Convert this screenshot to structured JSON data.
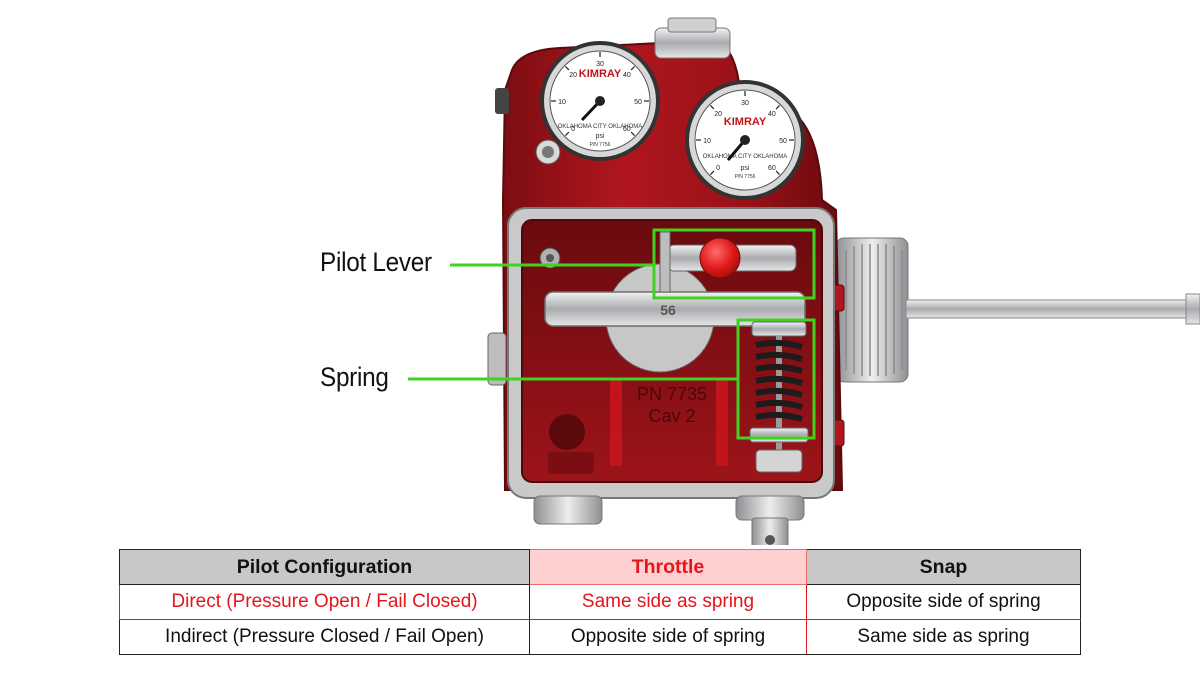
{
  "callouts": {
    "pilot_lever": "Pilot Lever",
    "spring": "Spring"
  },
  "gauges": {
    "brand": "KIMRAY",
    "location": "OKLAHOMA CITY OKLAHOMA",
    "unit": "psi",
    "part_number": "P/N 7756",
    "scale": [
      "0",
      "10",
      "20",
      "30",
      "40",
      "50",
      "60"
    ]
  },
  "casting": {
    "part_number": "PN 7735",
    "cav": "Cav 2",
    "lever_tag": "56"
  },
  "table": {
    "headers": [
      "Pilot Configuration",
      "Throttle",
      "Snap"
    ],
    "rows": [
      [
        "Direct (Pressure Open / Fail Closed)",
        "Same side as spring",
        "Opposite side of spring"
      ],
      [
        "Indirect (Pressure Closed / Fail Open)",
        "Opposite side of spring",
        "Same side as spring"
      ]
    ]
  },
  "colors": {
    "highlight_red": "#e3161d",
    "callout_green": "#3fd21f",
    "body_red": "#a3151b",
    "header_gray": "#c8c8c8"
  }
}
